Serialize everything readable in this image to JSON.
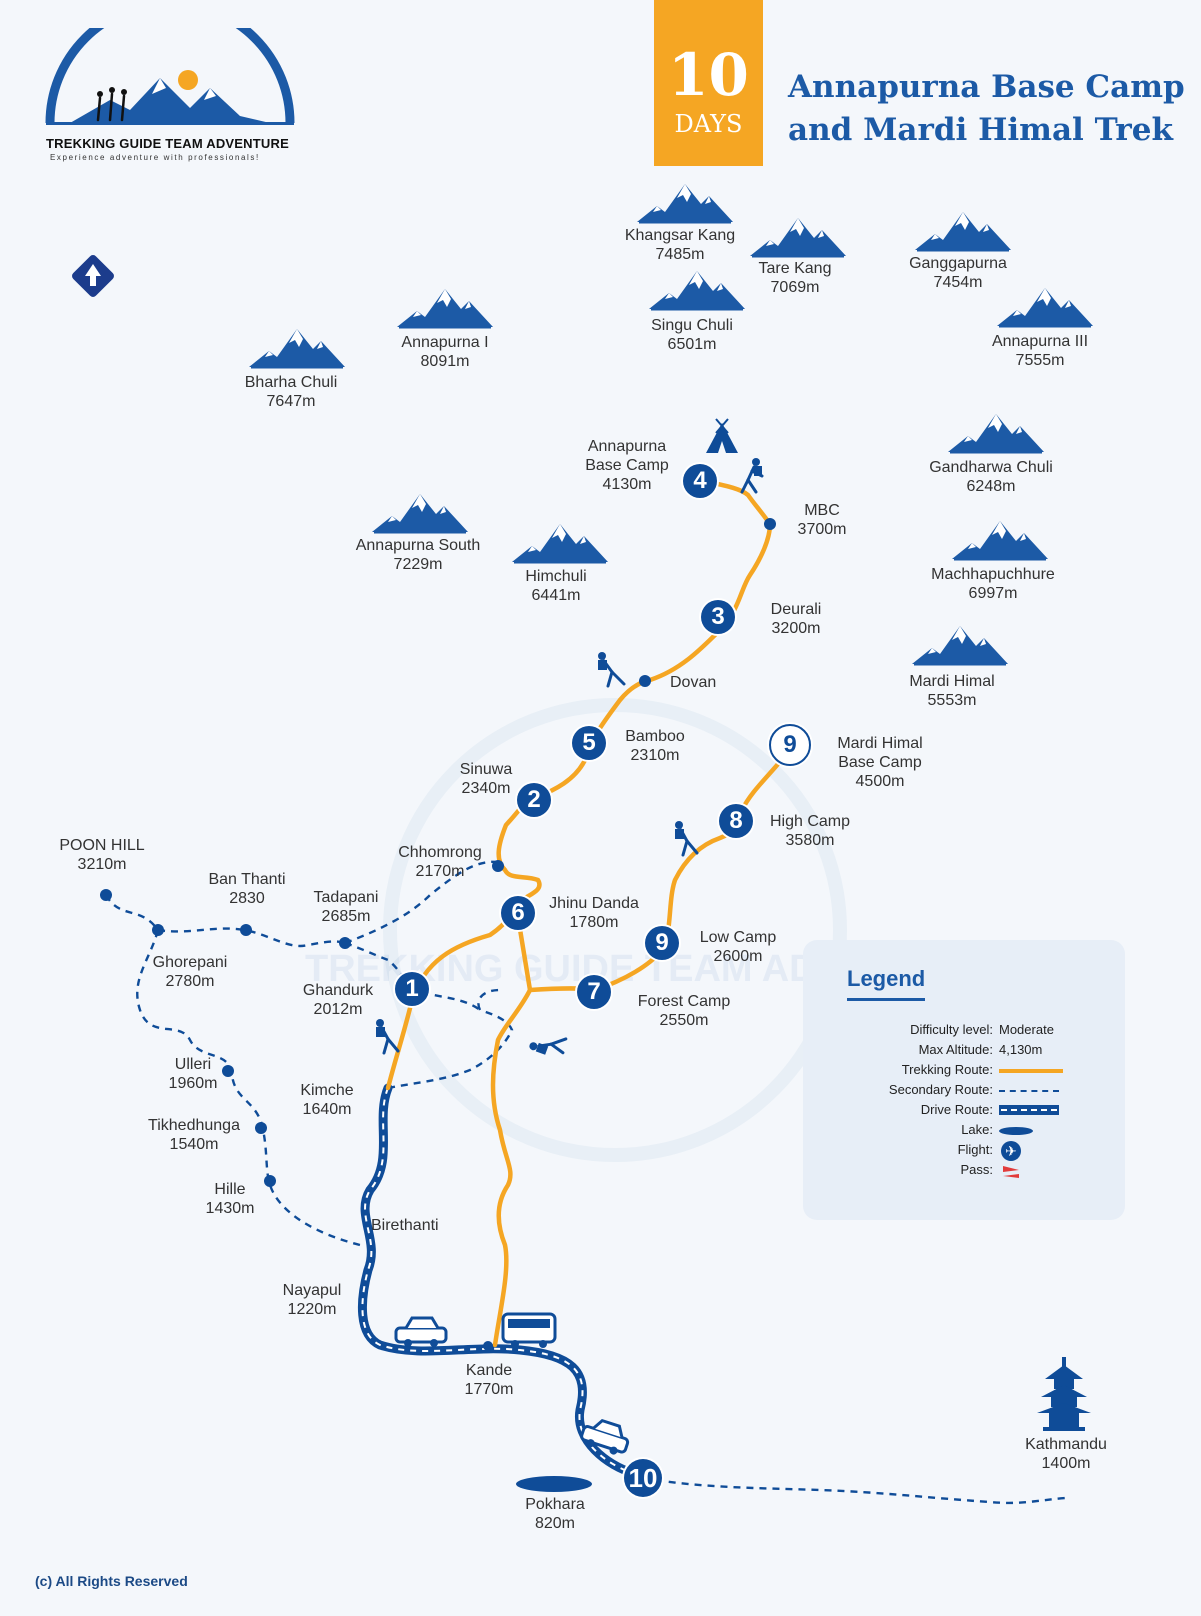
{
  "header": {
    "days_number": "10",
    "days_word": "DAYS",
    "title_line1": "Annapurna Base Camp",
    "title_line2": "and Mardi Himal Trek"
  },
  "brand": {
    "name": "TREKKING GUIDE TEAM ADVENTURE",
    "tagline": "Experience adventure with professionals!",
    "watermark": "TREKKING GUIDE TEAM ADVENTURE"
  },
  "peaks": {
    "khangsar_kang": {
      "name": "Khangsar Kang",
      "alt": "7485m"
    },
    "tare_kang": {
      "name": "Tare Kang",
      "alt": "7069m"
    },
    "ganggapurna": {
      "name": "Ganggapurna",
      "alt": "7454m"
    },
    "singu_chuli": {
      "name": "Singu Chuli",
      "alt": "6501m"
    },
    "annapurna_iii": {
      "name": "Annapurna III",
      "alt": "7555m"
    },
    "annapurna_i": {
      "name": "Annapurna I",
      "alt": "8091m"
    },
    "bharha_chuli": {
      "name": "Bharha Chuli",
      "alt": "7647m"
    },
    "gandharwa_chuli": {
      "name": "Gandharwa Chuli",
      "alt": "6248m"
    },
    "annapurna_south": {
      "name": "Annapurna South",
      "alt": "7229m"
    },
    "himchuli": {
      "name": "Himchuli",
      "alt": "6441m"
    },
    "machhapuchhure": {
      "name": "Machhapuchhure",
      "alt": "6997m"
    },
    "mardi_himal": {
      "name": "Mardi Himal",
      "alt": "5553m"
    }
  },
  "places": {
    "abc": {
      "name1": "Annapurna",
      "name2": "Base Camp",
      "alt": "4130m"
    },
    "mbc": {
      "name": "MBC",
      "alt": "3700m"
    },
    "deurali": {
      "name": "Deurali",
      "alt": "3200m"
    },
    "dovan": {
      "name": "Dovan"
    },
    "bamboo": {
      "name": "Bamboo",
      "alt": "2310m"
    },
    "sinuwa": {
      "name": "Sinuwa",
      "alt": "2340m"
    },
    "chhomrong": {
      "name": "Chhomrong",
      "alt": "2170m"
    },
    "jhinu": {
      "name": "Jhinu Danda",
      "alt": "1780m"
    },
    "mardi_bc": {
      "name1": "Mardi Himal",
      "name2": "Base Camp",
      "alt": "4500m"
    },
    "high_camp": {
      "name": "High Camp",
      "alt": "3580m"
    },
    "low_camp": {
      "name": "Low Camp",
      "alt": "2600m"
    },
    "forest_camp": {
      "name": "Forest Camp",
      "alt": "2550m"
    },
    "poon_hill": {
      "name": "POON HILL",
      "alt": "3210m"
    },
    "ban_thanti": {
      "name": "Ban Thanti",
      "alt": "2830"
    },
    "tadapani": {
      "name": "Tadapani",
      "alt": "2685m"
    },
    "ghorepani": {
      "name": "Ghorepani",
      "alt": "2780m"
    },
    "ghandurk": {
      "name": "Ghandurk",
      "alt": "2012m"
    },
    "ulleri": {
      "name": "Ulleri",
      "alt": "1960m"
    },
    "kimche": {
      "name": "Kimche",
      "alt": "1640m"
    },
    "tikhedhunga": {
      "name": "Tikhedhunga",
      "alt": "1540m"
    },
    "hille": {
      "name": "Hille",
      "alt": "1430m"
    },
    "birethanti": {
      "name": "Birethanti"
    },
    "nayapul": {
      "name": "Nayapul",
      "alt": "1220m"
    },
    "kande": {
      "name": "Kande",
      "alt": "1770m"
    },
    "pokhara": {
      "name": "Pokhara",
      "alt": "820m"
    },
    "kathmandu": {
      "name": "Kathmandu",
      "alt": "1400m"
    }
  },
  "stops": {
    "s1": "1",
    "s2": "2",
    "s3": "3",
    "s4": "4",
    "s5": "5",
    "s6": "6",
    "s7": "7",
    "s8": "8",
    "s9": "9",
    "s9b": "9",
    "s10": "10"
  },
  "legend": {
    "title": "Legend",
    "difficulty_label": "Difficulty level:",
    "difficulty_value": "Moderate",
    "max_alt_label": "Max Altitude:",
    "max_alt_value": "4,130m",
    "trekking_label": "Trekking Route:",
    "secondary_label": "Secondary Route:",
    "drive_label": "Drive Route:",
    "lake_label": "Lake:",
    "flight_label": "Flight:",
    "pass_label": "Pass:"
  },
  "colors": {
    "trekking_route": "#f5a623",
    "secondary_route": "#0f4c98",
    "drive_route": "#0f4c98",
    "brand_blue": "#1c5aa6",
    "accent_orange": "#f5a623",
    "background": "#f4f7fb"
  },
  "footer": {
    "copyright": "(c) All Rights Reserved"
  }
}
